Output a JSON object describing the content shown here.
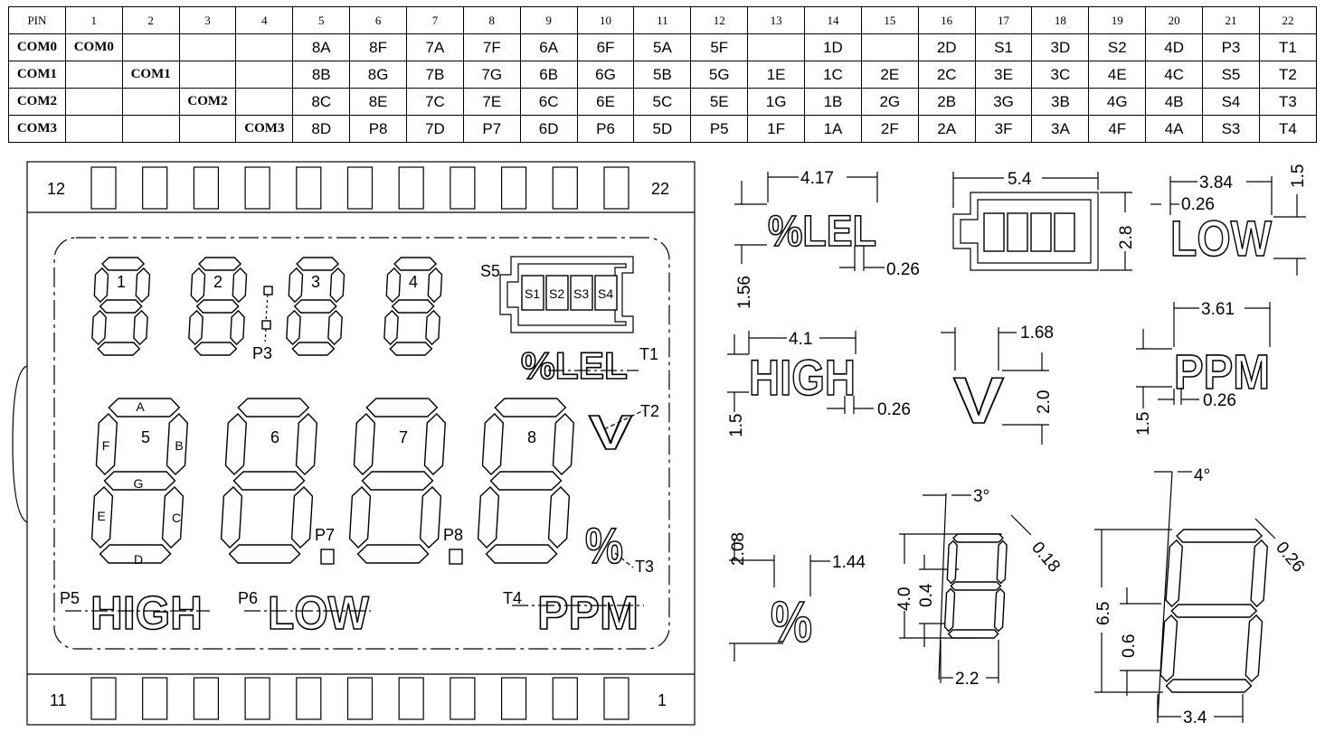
{
  "pin_table": {
    "header": [
      "PIN",
      "1",
      "2",
      "3",
      "4",
      "5",
      "6",
      "7",
      "8",
      "9",
      "10",
      "11",
      "12",
      "13",
      "14",
      "15",
      "16",
      "17",
      "18",
      "19",
      "20",
      "21",
      "22"
    ],
    "rows": [
      [
        "COM0",
        "COM0",
        "",
        "",
        "",
        "8A",
        "8F",
        "7A",
        "7F",
        "6A",
        "6F",
        "5A",
        "5F",
        "",
        "1D",
        "",
        "2D",
        "S1",
        "3D",
        "S2",
        "4D",
        "P3",
        "T1"
      ],
      [
        "COM1",
        "",
        "COM1",
        "",
        "",
        "8B",
        "8G",
        "7B",
        "7G",
        "6B",
        "6G",
        "5B",
        "5G",
        "1E",
        "1C",
        "2E",
        "2C",
        "3E",
        "3C",
        "4E",
        "4C",
        "S5",
        "T2"
      ],
      [
        "COM2",
        "",
        "",
        "COM2",
        "",
        "8C",
        "8E",
        "7C",
        "7E",
        "6C",
        "6E",
        "5C",
        "5E",
        "1G",
        "1B",
        "2G",
        "2B",
        "3G",
        "3B",
        "4G",
        "4B",
        "S4",
        "T3"
      ],
      [
        "COM3",
        "",
        "",
        "",
        "COM3",
        "8D",
        "P8",
        "7D",
        "P7",
        "6D",
        "P6",
        "5D",
        "P5",
        "1F",
        "1A",
        "2F",
        "2A",
        "3F",
        "3A",
        "4F",
        "4A",
        "S3",
        "T4"
      ]
    ]
  },
  "lcd": {
    "pin_top_left": "12",
    "pin_top_right": "22",
    "pin_bottom_left": "11",
    "pin_bottom_right": "1",
    "small_digits": [
      "1",
      "2",
      "3",
      "4"
    ],
    "large_digits": [
      "5",
      "6",
      "7",
      "8"
    ],
    "segment_letters": {
      "a": "A",
      "b": "B",
      "c": "C",
      "d": "D",
      "e": "E",
      "f": "F",
      "g": "G"
    },
    "battery_label": "S5",
    "battery_cells": [
      "S1",
      "S2",
      "S3",
      "S4"
    ],
    "p3": "P3",
    "p7": "P7",
    "p8": "P8",
    "p5": "P5",
    "p6": "P6",
    "t1": "T1",
    "t2": "T2",
    "t3": "T3",
    "t4": "T4",
    "lel": "%LEL",
    "volt": "V",
    "percent": "%",
    "high": "HIGH",
    "low": "LOW",
    "ppm": "PPM"
  },
  "details": {
    "lel": {
      "text": "%LEL",
      "width": "4.17",
      "height": "1.56",
      "stroke": "0.26"
    },
    "battery": {
      "width": "5.4",
      "height": "2.8"
    },
    "low": {
      "text": "LOW",
      "width": "3.84",
      "stroke": "0.26",
      "height": "1.5"
    },
    "high": {
      "text": "HIGH",
      "width": "4.1",
      "height": "1.5",
      "stroke": "0.26"
    },
    "volt": {
      "text": "V",
      "width": "1.68",
      "height": "2.0"
    },
    "ppm": {
      "text": "PPM",
      "width": "3.61",
      "height": "1.5",
      "stroke": "0.26"
    },
    "percent": {
      "text": "%",
      "height": "2.08",
      "width": "1.44"
    },
    "small_digit": {
      "height": "4.0",
      "angle": "3°",
      "stroke": "0.18",
      "seg": "0.4",
      "width": "2.2"
    },
    "large_digit": {
      "height": "6.5",
      "angle": "4°",
      "stroke": "0.26",
      "seg": "0.6",
      "width": "3.4"
    }
  }
}
